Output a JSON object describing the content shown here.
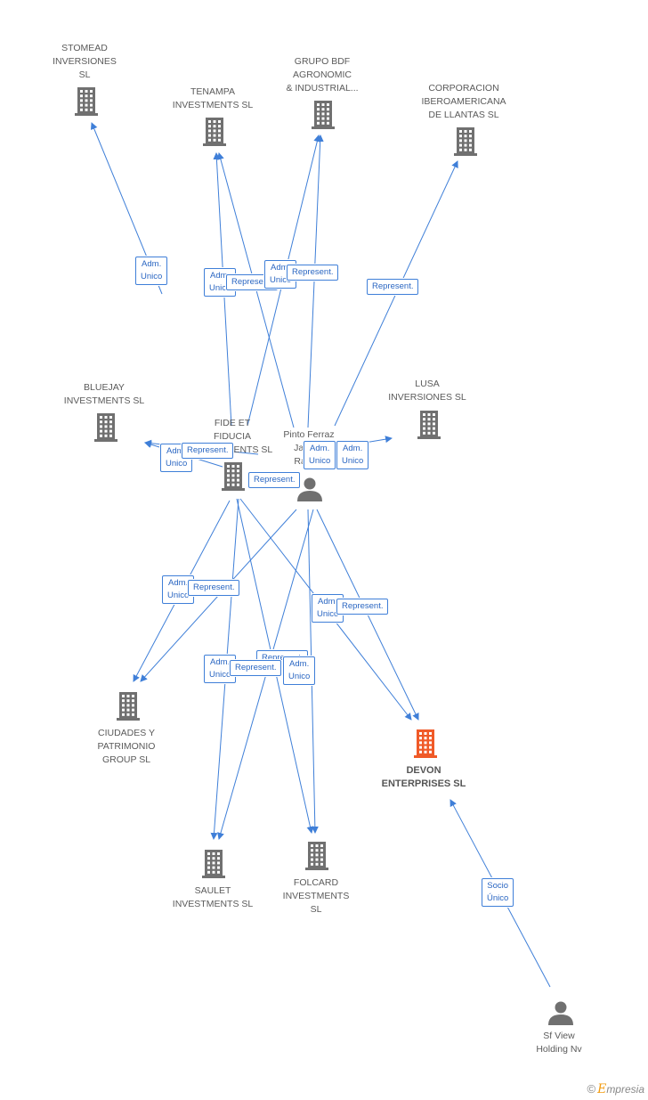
{
  "colors": {
    "edge": "#3f7fd8",
    "building": "#707070",
    "building_focus": "#f05a28",
    "person": "#707070"
  },
  "nodes": {
    "stomead": {
      "label": "STOMEAD\nINVERSIONES\nSL",
      "icon": "building-icon"
    },
    "tenampa": {
      "label": "TENAMPA\nINVESTMENTS SL",
      "icon": "building-icon"
    },
    "grupo_bdf": {
      "label": "GRUPO BDF\nAGRONOMIC\n& INDUSTRIAL...",
      "icon": "building-icon"
    },
    "corporacion": {
      "label": "CORPORACION\nIBEROAMERICANA\nDE LLANTAS SL",
      "icon": "building-icon"
    },
    "bluejay": {
      "label": "BLUEJAY\nINVESTMENTS SL",
      "icon": "building-icon"
    },
    "lusa": {
      "label": "LUSA\nINVERSIONES SL",
      "icon": "building-icon"
    },
    "fide": {
      "label": "FIDE ET\nFIDUCIA\nINVESTMENTS SL",
      "icon": "building-icon"
    },
    "pinto": {
      "label": "Pinto Ferraz\nJaques\nRaquel",
      "icon": "person-icon"
    },
    "ciudades": {
      "label": "CIUDADES Y\nPATRIMONIO\nGROUP SL",
      "icon": "building-icon"
    },
    "devon": {
      "label": "DEVON\nENTERPRISES SL",
      "icon": "building-icon"
    },
    "saulet": {
      "label": "SAULET\nINVESTMENTS SL",
      "icon": "building-icon"
    },
    "folcard": {
      "label": "FOLCARD\nINVESTMENTS\nSL",
      "icon": "building-icon"
    },
    "sfview": {
      "label": "Sf View\nHolding Nv",
      "icon": "person-icon"
    }
  },
  "edge_labels": [
    "Adm.\nUnico",
    "Adm.\nUnico",
    "Represent.",
    "Adm.\nUnico",
    "Represent.",
    "Represent.",
    "Adm.\nUnico",
    "Represent.",
    "Adm.\nUnico",
    "Adm.\nUnico",
    "Represent.",
    "Adm.\nUnico",
    "Represent.",
    "Adm.\nUnico",
    "Represent.",
    "Adm.\nUnico",
    "Represent.",
    "Adm.\nUnico",
    "Represent.",
    "Socio\nÚnico"
  ],
  "brand": {
    "copyright": "©",
    "e": "E",
    "rest": "mpresia"
  }
}
